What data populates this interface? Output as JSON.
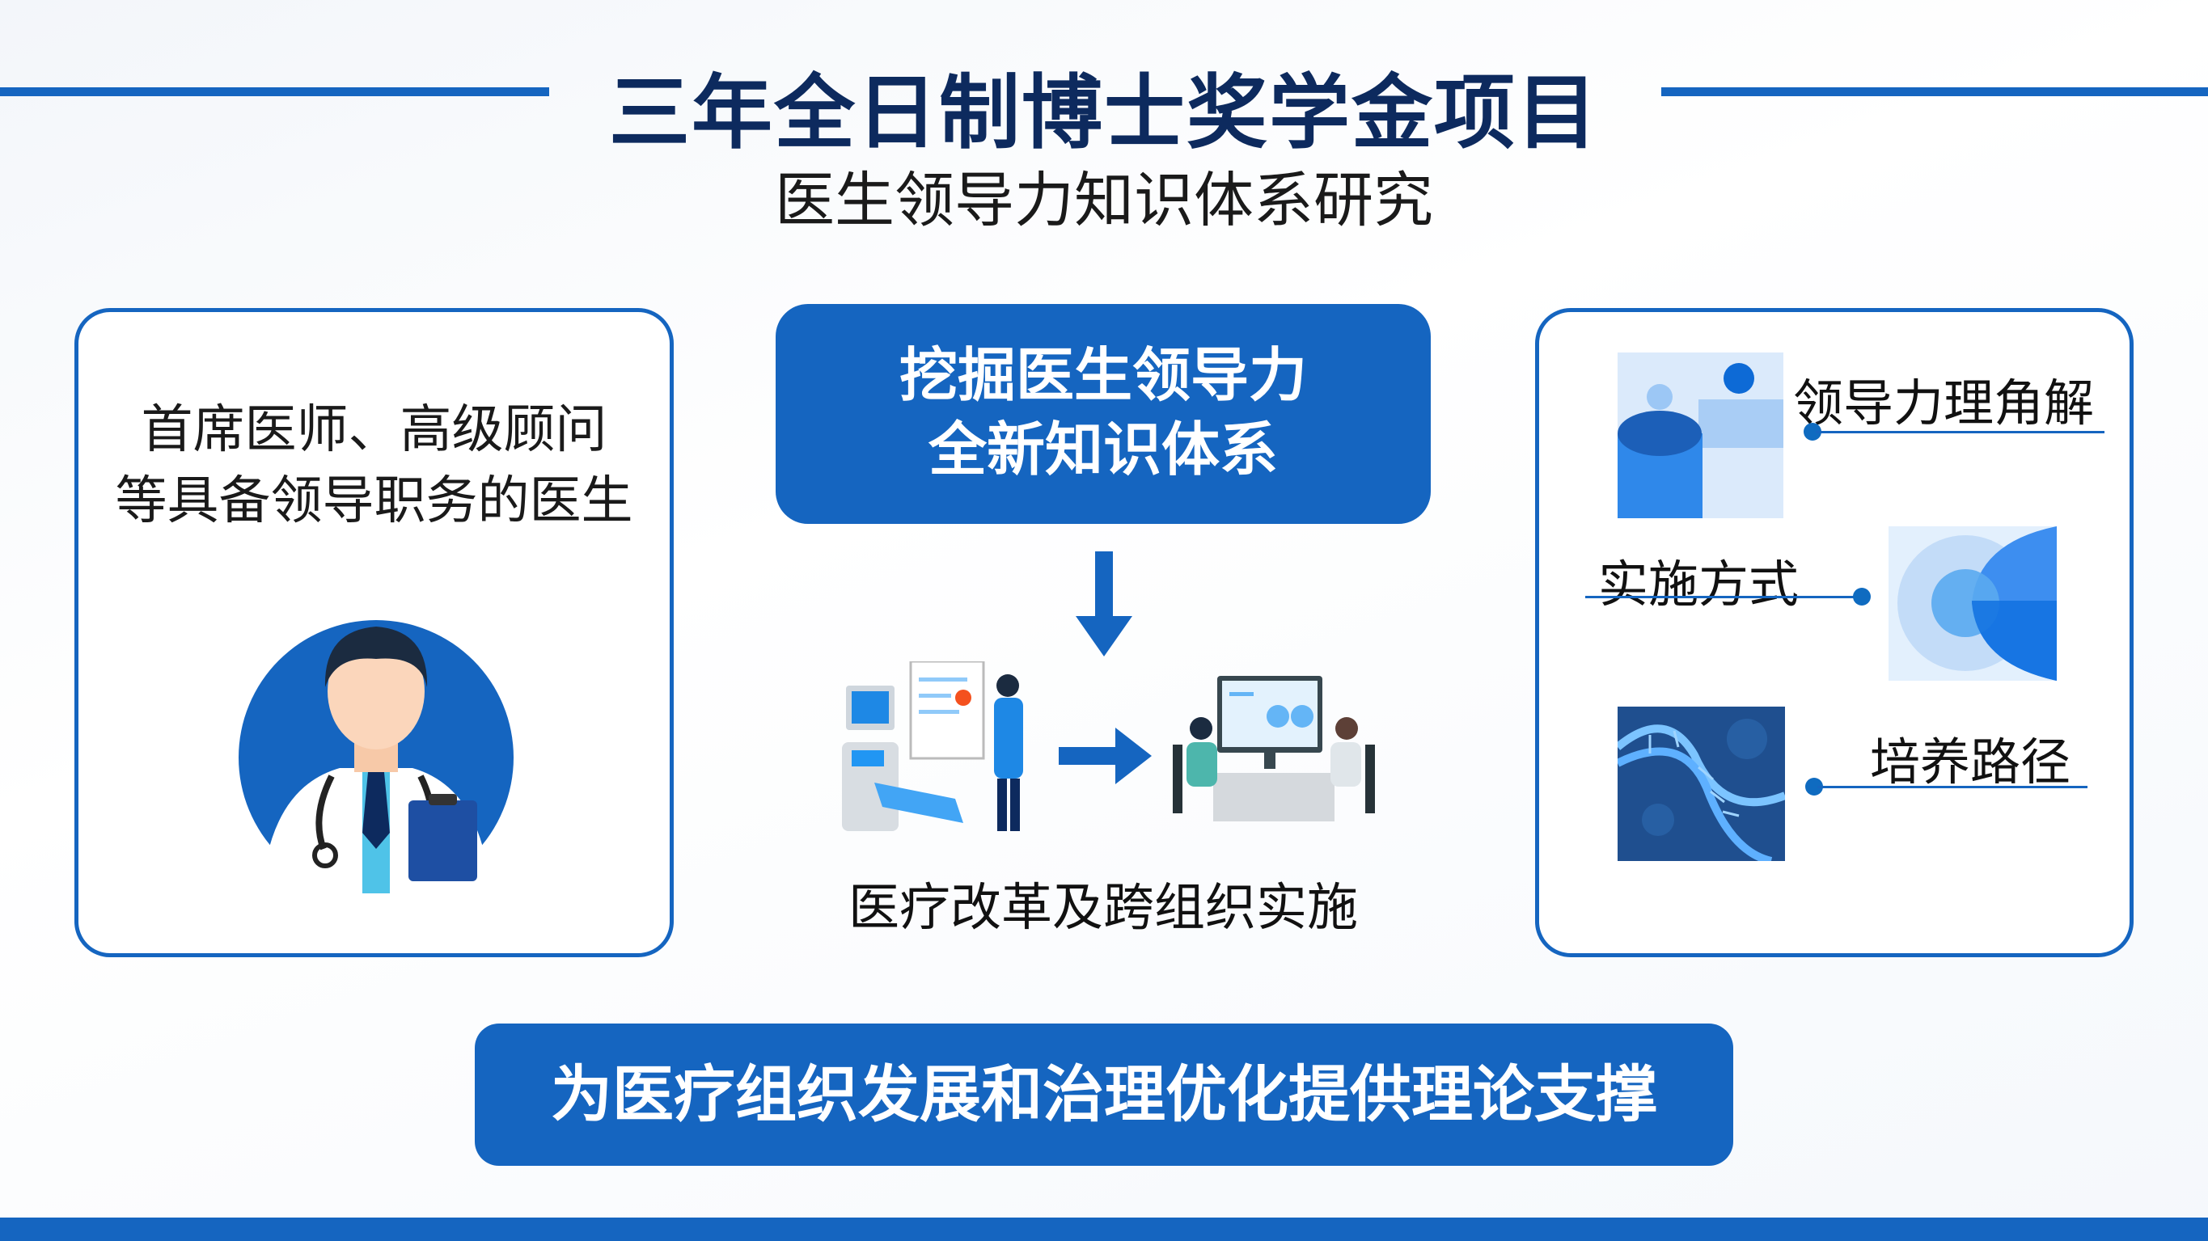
{
  "header": {
    "title": "三年全日制博士奖学金项目",
    "subtitle": "医生领导力知识体系研究"
  },
  "left_card": {
    "line1": "首席医师、高级顾问",
    "line2": "等具备领导职务的医生",
    "icon": "doctor-avatar-icon"
  },
  "center": {
    "box_line1": "挖掘医生领导力",
    "box_line2": "全新知识体系",
    "caption": "医疗改革及跨组织实施",
    "icons": [
      "down-arrow-icon",
      "medical-equipment-presenter-icon",
      "right-arrow-icon",
      "team-meeting-icon"
    ]
  },
  "right_card": {
    "items": [
      {
        "label": "领导力理角解",
        "icon": "people-chart-icon"
      },
      {
        "label": "实施方式",
        "icon": "concentric-shapes-icon"
      },
      {
        "label": "培养路径",
        "icon": "dna-icon"
      }
    ]
  },
  "footer": {
    "banner": "为医疗组织发展和治理优化提供理论支撑"
  },
  "colors": {
    "primary": "#1565c0",
    "title": "#0d2a5e"
  }
}
